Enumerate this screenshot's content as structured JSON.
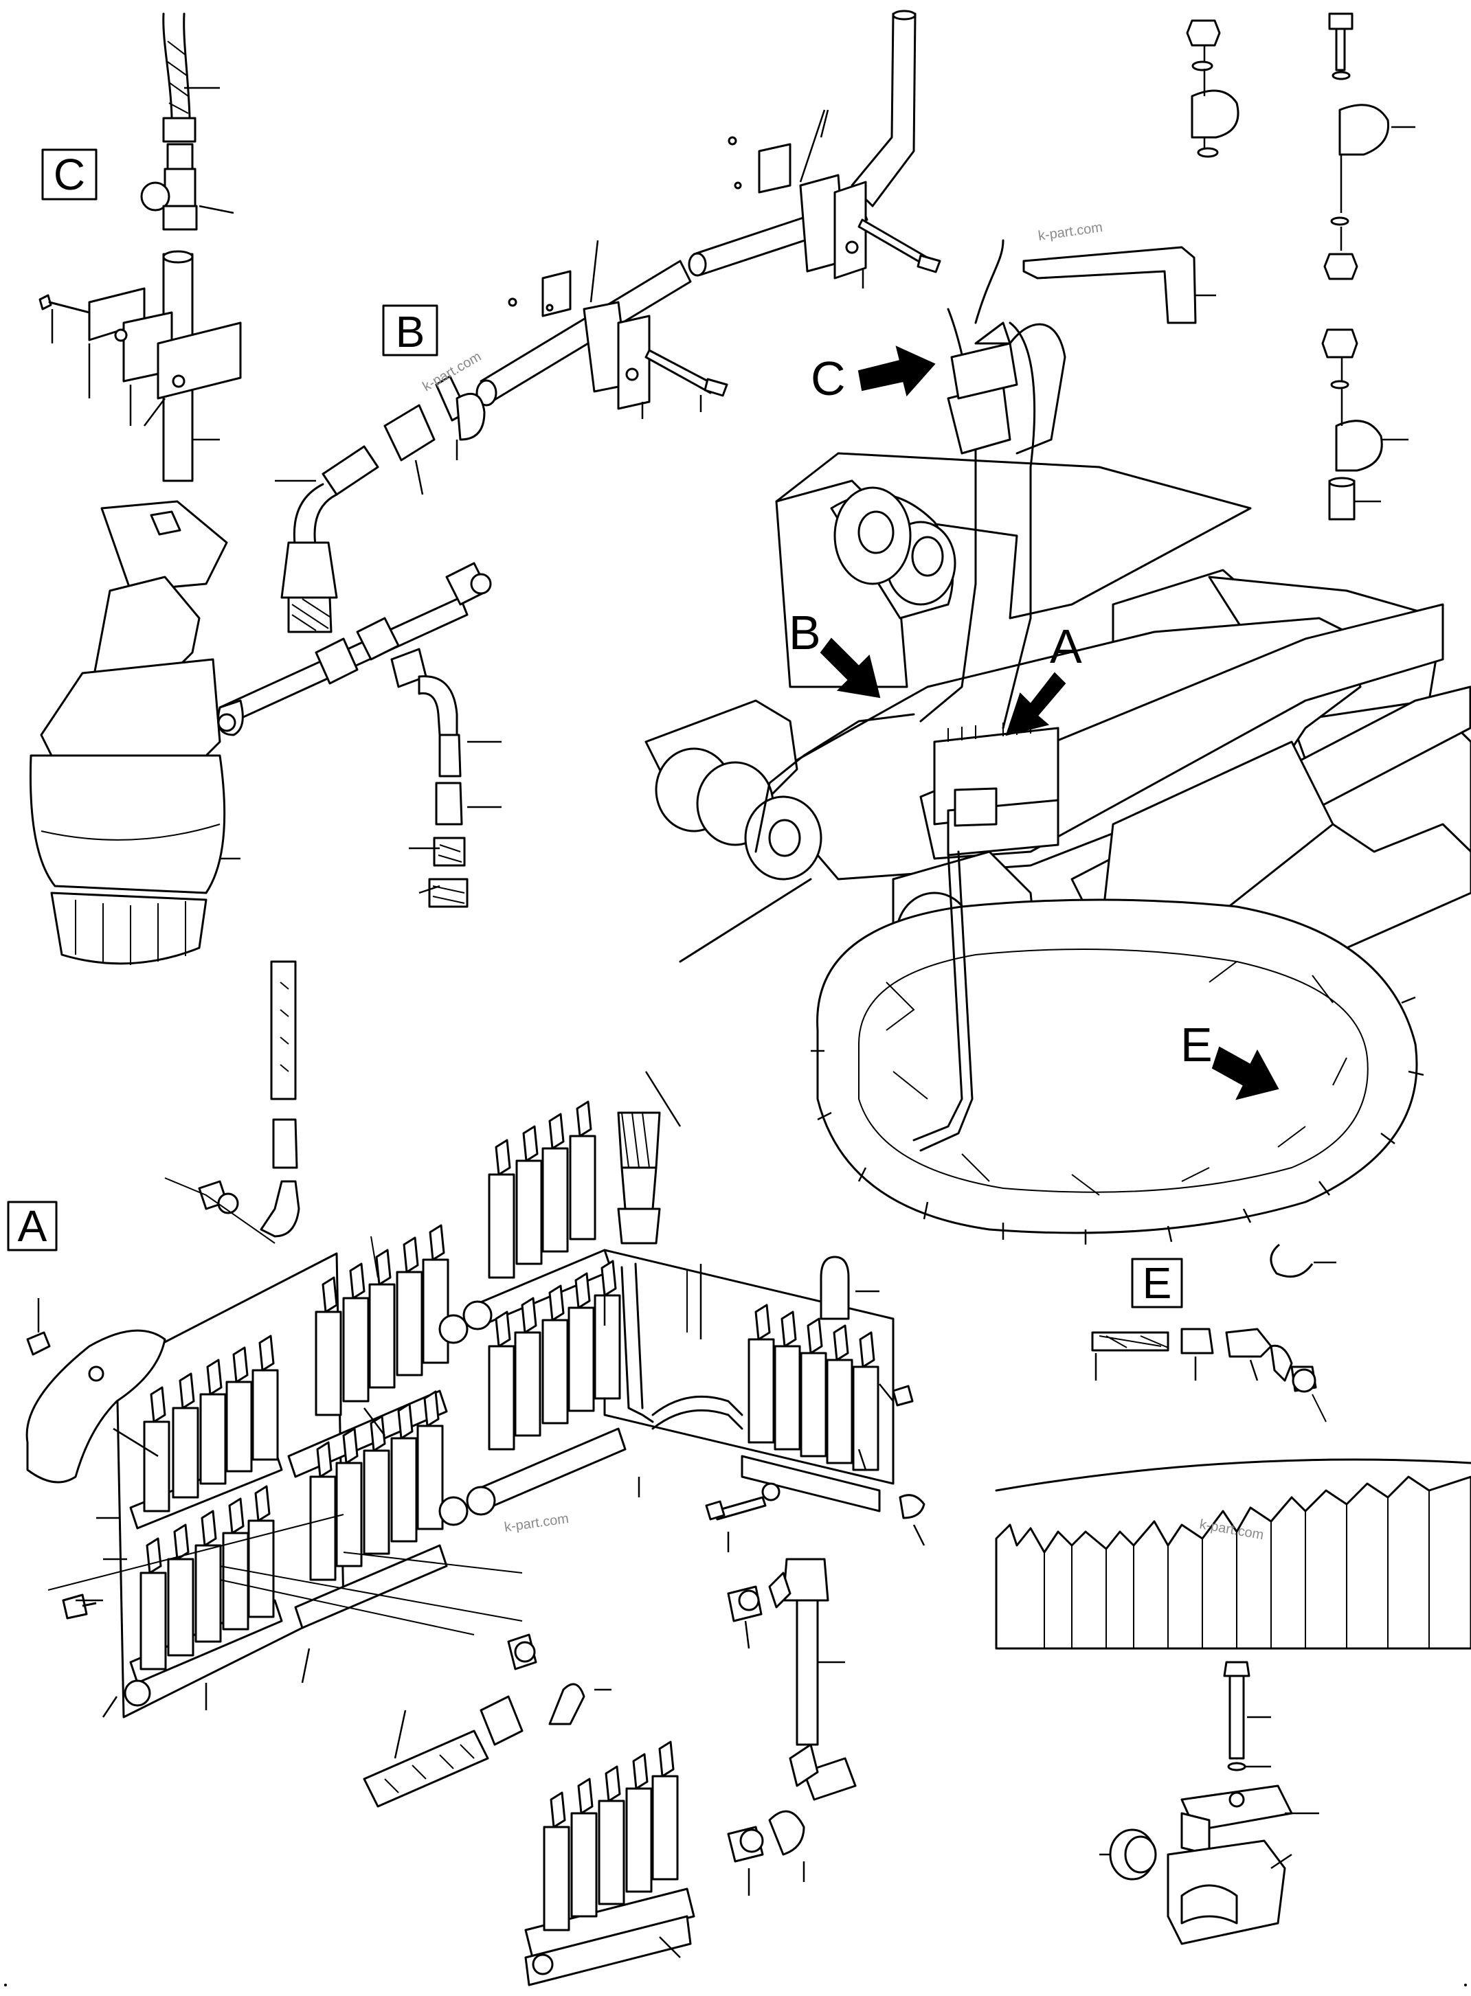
{
  "detail_labels": {
    "a": "A",
    "b": "B",
    "c": "C",
    "e": "E"
  },
  "callouts": {
    "a": "A",
    "b": "B",
    "c": "C",
    "e": "E"
  },
  "watermark": "k-part.com",
  "colors": {
    "line": "#000000",
    "background": "#ffffff",
    "watermark": "#8a8a8a"
  }
}
